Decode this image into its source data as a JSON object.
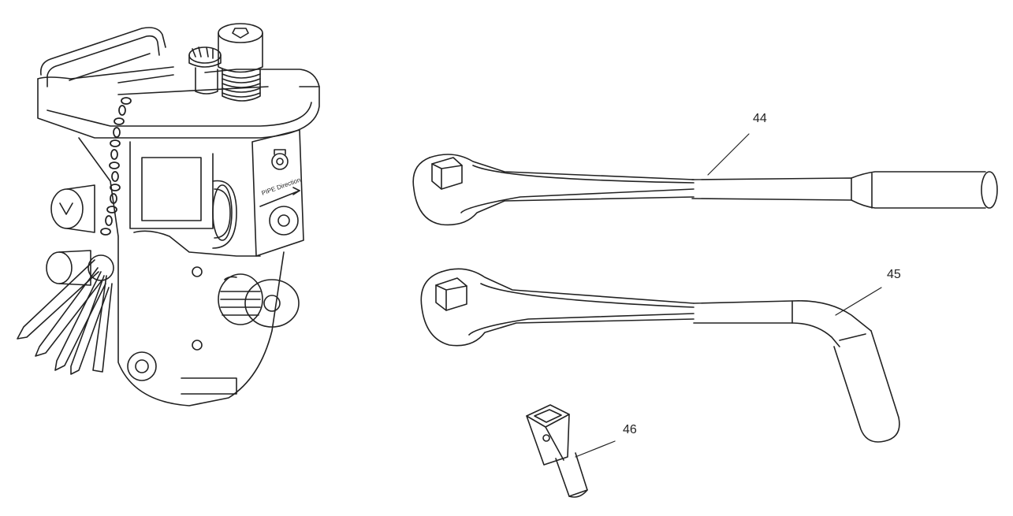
{
  "figure": {
    "callouts": {
      "c44": "44",
      "c45": "45",
      "c46": "46"
    },
    "machine_labels": {
      "direction_plate": "PIPE Direction"
    },
    "colors": {
      "line": "#222222",
      "background": "#ffffff"
    }
  }
}
